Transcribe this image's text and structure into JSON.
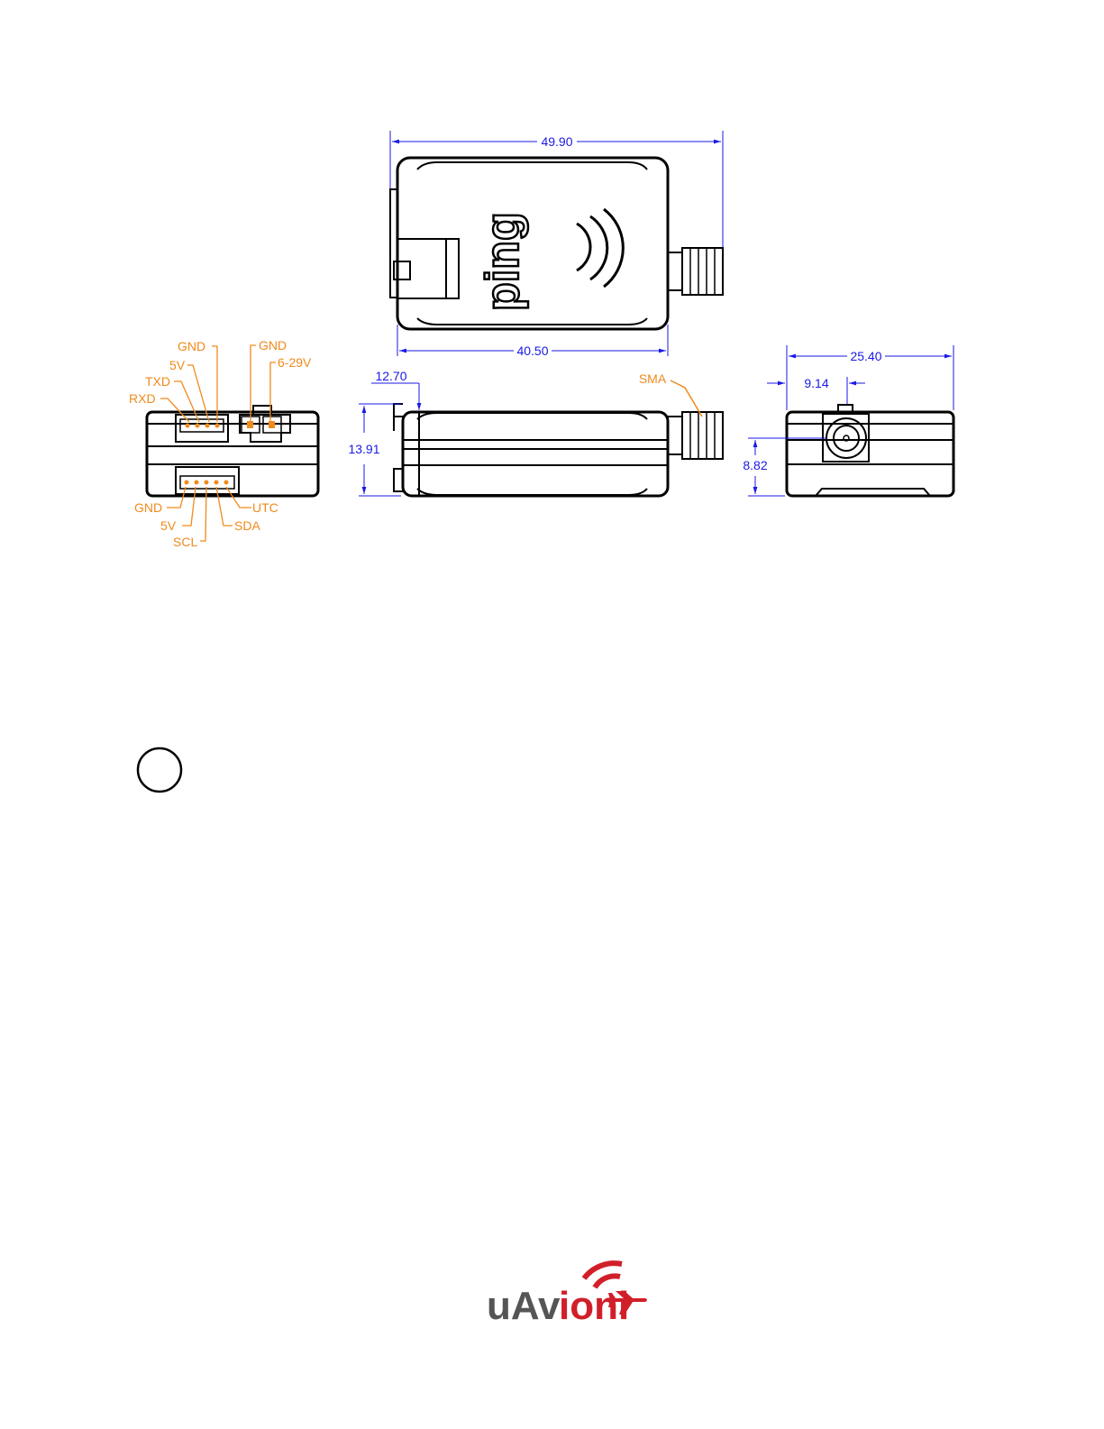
{
  "colors": {
    "dimension": "#1a1ae6",
    "pin_label": "#f08a1c",
    "outline": "#000000",
    "logo_gray": "#555555",
    "logo_red": "#d11f2a"
  },
  "top_view": {
    "brand": "ping",
    "dim_overall_length": "49.90",
    "dim_body_length": "40.50"
  },
  "side_view": {
    "dim_small": "12.70",
    "dim_height": "13.91",
    "connector_label": "SMA"
  },
  "end_view": {
    "dim_width": "25.40",
    "dim_connector_offset": "9.14",
    "dim_connector_height": "8.82"
  },
  "connector_view": {
    "top_pins": [
      "GND",
      "5V",
      "TXD",
      "RXD"
    ],
    "power_pins": [
      "GND",
      "6-29V"
    ],
    "bottom_pins": [
      "GND",
      "5V",
      "SCL",
      "SDA",
      "UTC"
    ]
  },
  "footer_logo": {
    "part1": "uAv",
    "part2": "ioni",
    "icon": "airplane-signal-icon"
  },
  "margin_circle": "circle-marker-icon"
}
